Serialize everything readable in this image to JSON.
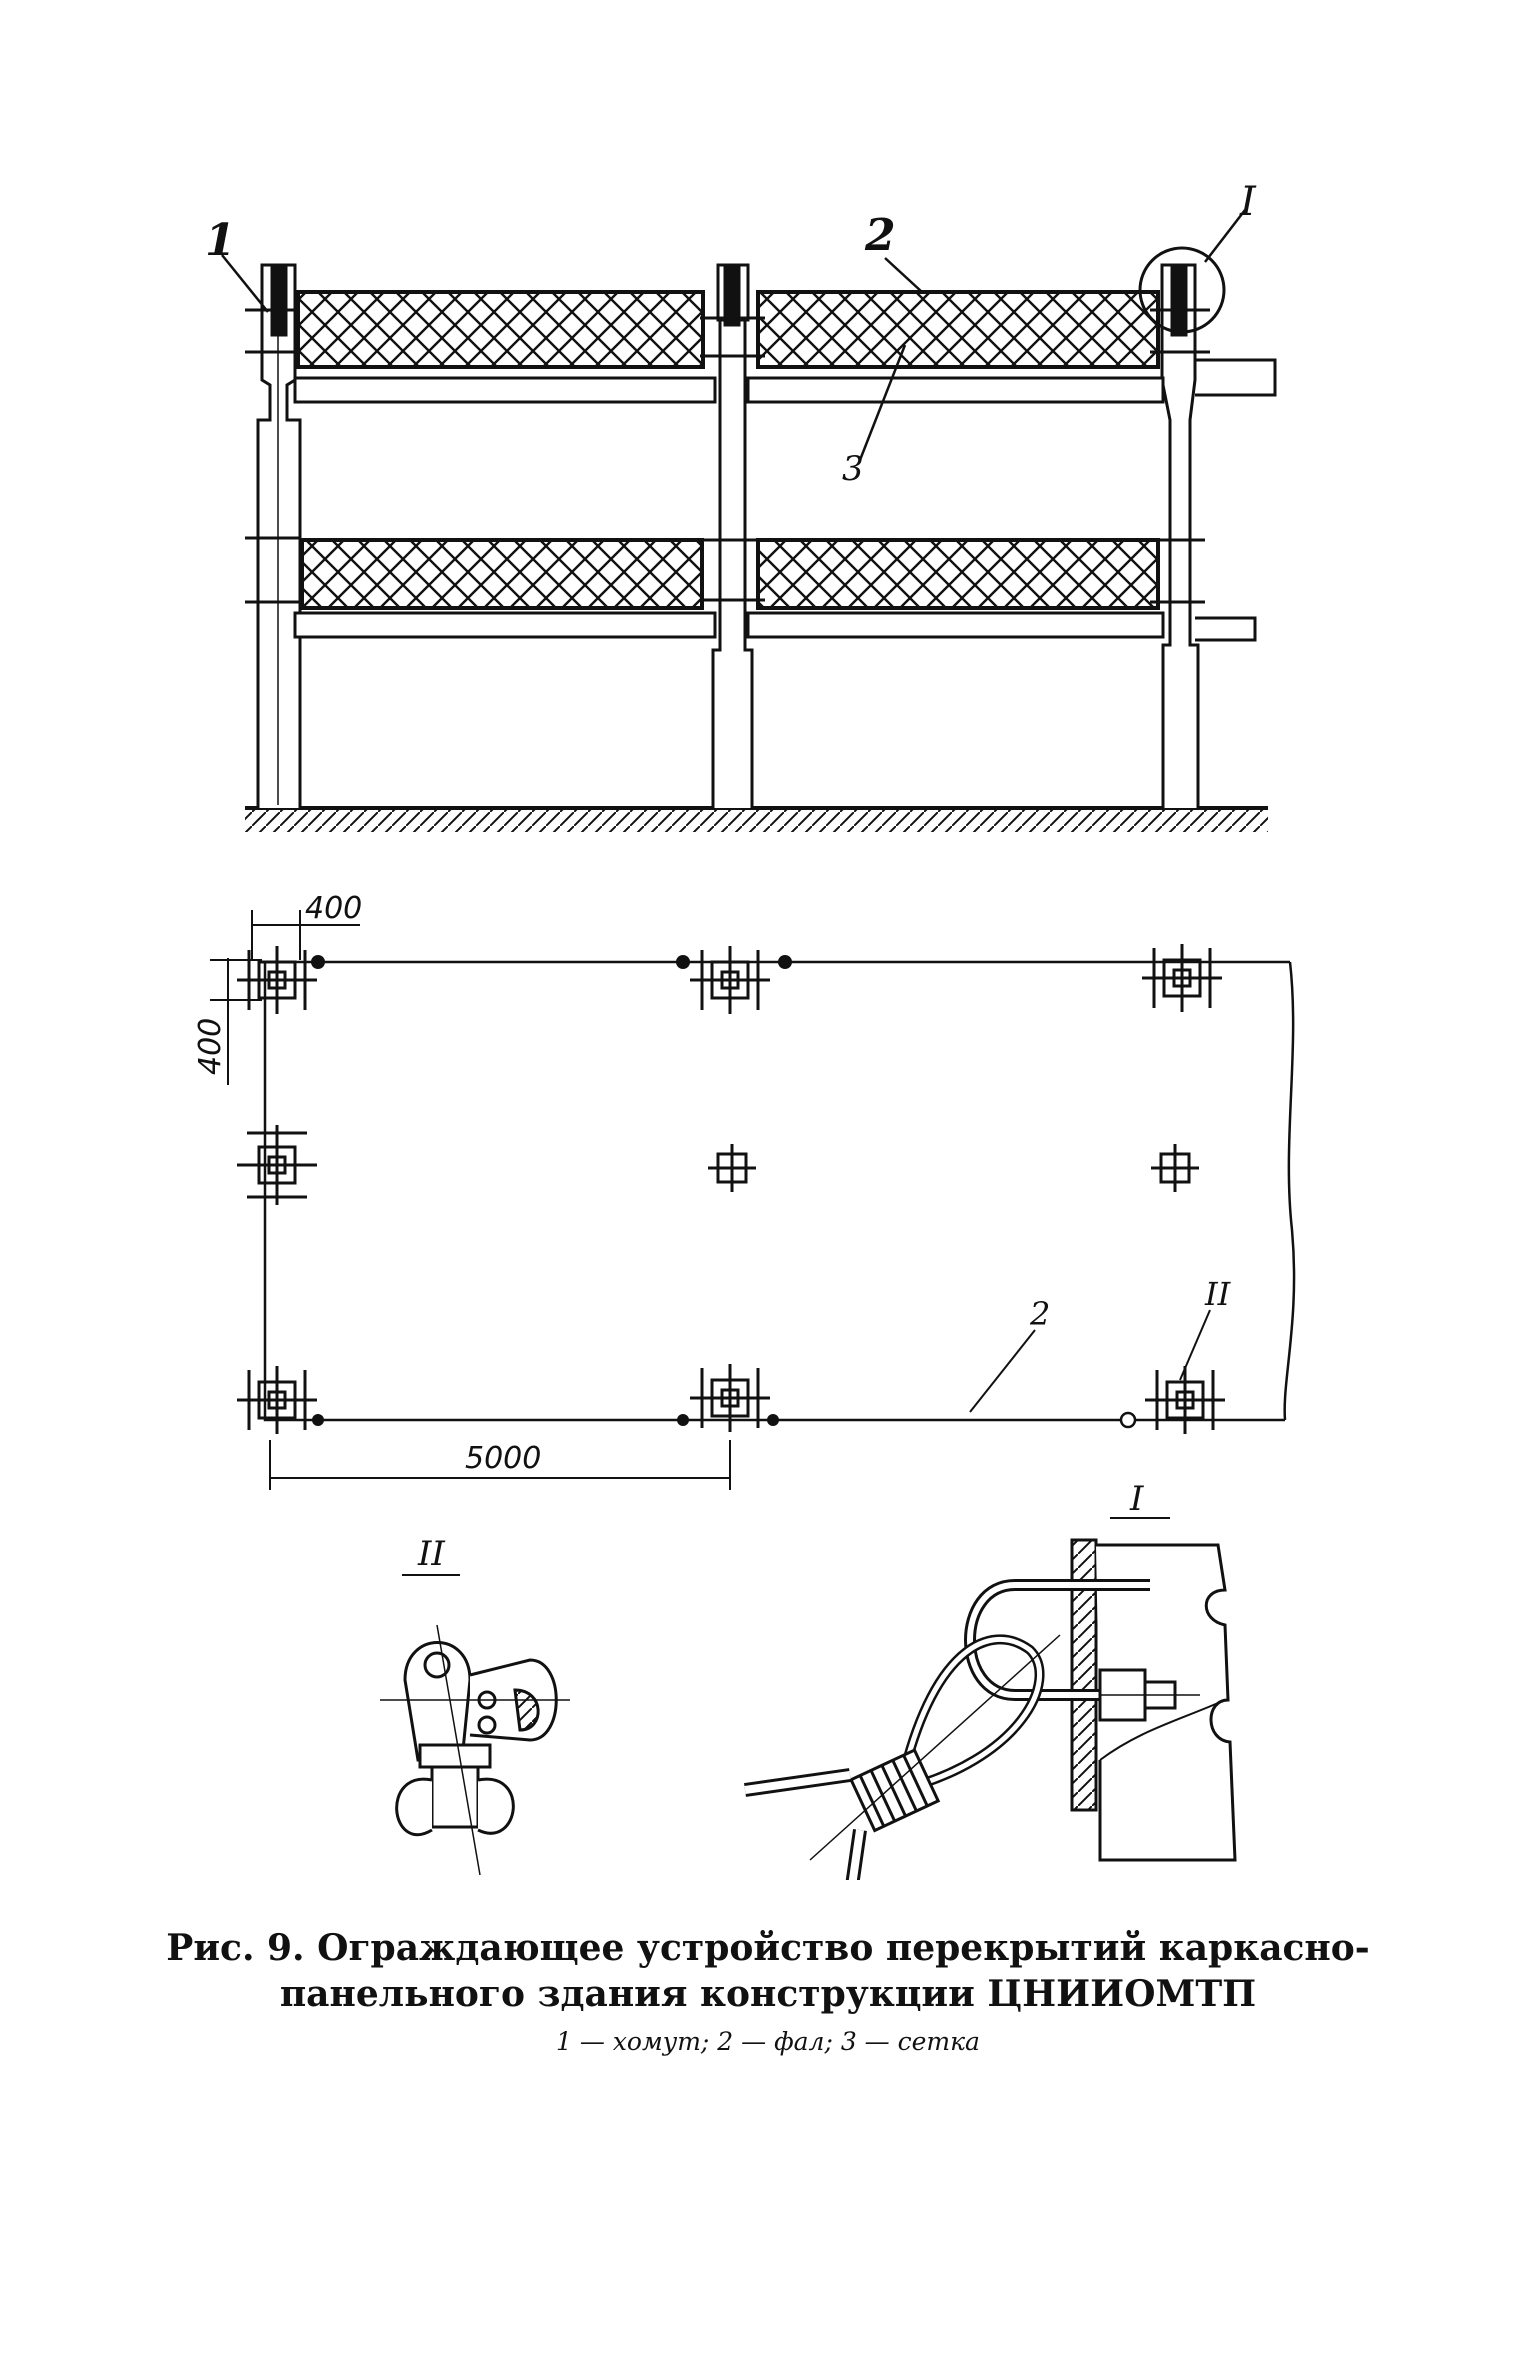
{
  "figure": {
    "elevation_labels": {
      "clamp": "1",
      "halyard": "2",
      "net": "3",
      "detail": "I"
    },
    "plan_labels": {
      "dim_x_top": "400",
      "dim_y_side": "400",
      "dim_x_bottom": "5000",
      "halyard": "2",
      "detail": "II"
    },
    "detail_titles": {
      "left": "II",
      "right": "I"
    }
  },
  "caption": {
    "title": "Рис. 9. Ограждающее устройство перекрытий каркасно-панельного здания конструкции ЦНИИОМТП",
    "legend": "1 — хомут; 2 — фал; 3 — сетка"
  }
}
